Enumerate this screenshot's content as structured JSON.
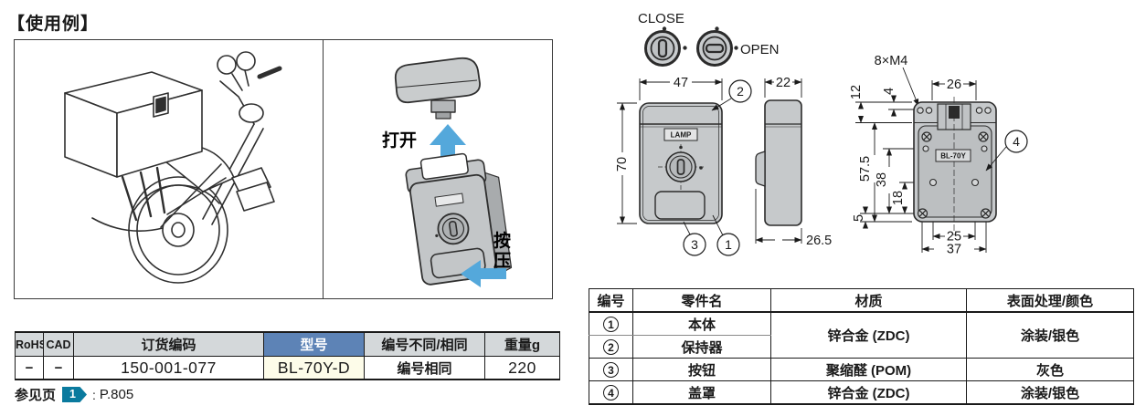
{
  "title": "【使用例】",
  "usage": {
    "open_label": "打开",
    "press_label": "按\n压"
  },
  "key_legend": {
    "close": "CLOSE",
    "open": "OPEN"
  },
  "front_view": {
    "dim_width": "47",
    "dim_height": "70",
    "dim_side_width": "22",
    "dim_depth": "26.5",
    "logo": "LAMP",
    "callout_body": "1",
    "callout_keeper": "2",
    "callout_button": "3"
  },
  "back_view": {
    "thread": "8×M4",
    "dim_top_span": "26",
    "dim_edge": "12",
    "dim_hole": "4",
    "dim_span_v": "57.5",
    "dim_38": "38",
    "dim_18": "18",
    "dim_5": "5",
    "dim_25": "25",
    "dim_37": "37",
    "model_plate": "BL-70Y",
    "callout_cover": "4"
  },
  "order_table": {
    "headers": {
      "rohs": "RoHS",
      "cad": "CAD",
      "code": "订货编码",
      "model": "型号",
      "note": "编号不同/相同",
      "weight": "重量g"
    },
    "row": {
      "rohs": "−",
      "cad": "−",
      "code": "150-001-077",
      "model": "BL-70Y-D",
      "note": "编号相同",
      "weight": "220"
    }
  },
  "reference": {
    "label": "参见页",
    "badge": "1",
    "colon": ":",
    "page": "P.805"
  },
  "parts_table": {
    "headers": {
      "no": "编号",
      "name": "零件名",
      "material": "材质",
      "finish": "表面处理/颜色"
    },
    "merged_material": "锌合金 (ZDC)",
    "merged_finish": "涂装/银色",
    "rows": [
      {
        "no": "1",
        "name": "本体"
      },
      {
        "no": "2",
        "name": "保持器"
      },
      {
        "no": "3",
        "name": "按钮",
        "material": "聚缩醛 (POM)",
        "finish": "灰色"
      },
      {
        "no": "4",
        "name": "盖罩",
        "material": "锌合金 (ZDC)",
        "finish": "涂装/银色"
      }
    ]
  },
  "colors": {
    "accent_blue": "#5d83b6",
    "model_cell_bg": "#fdfce9",
    "badge_teal": "#0a7a9e",
    "arrow_blue": "#54a8db",
    "header_gray": "#d4d8da",
    "line_dark": "#2f2f2f",
    "metal_gray": "#c6c9cb"
  }
}
